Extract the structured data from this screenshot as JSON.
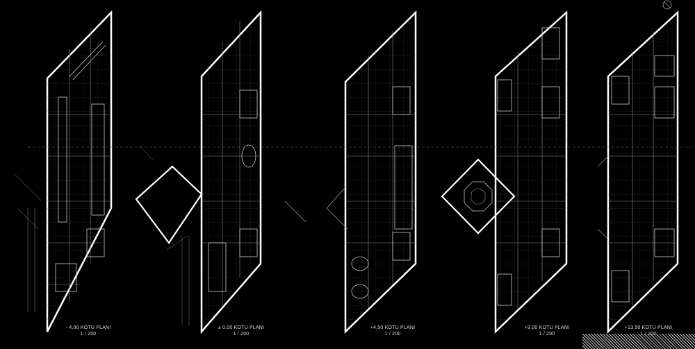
{
  "plans": [
    {
      "id": "p1",
      "title": "- 4.00 KOTU PLANI",
      "scale": "1 / 200"
    },
    {
      "id": "p2",
      "title": "± 0.00 KOTU PLANI",
      "scale": "1 / 200"
    },
    {
      "id": "p3",
      "title": "+4.50 KOTU PLANI",
      "scale": "1 / 200"
    },
    {
      "id": "p4",
      "title": "+9.00 KOTU PLANI",
      "scale": "1 / 200"
    },
    {
      "id": "p5",
      "title": "+13.50 KOTU PLANI",
      "scale": "1 / 200"
    }
  ],
  "colors": {
    "background": "#000000",
    "lines": "#ffffff",
    "thin": "#9a9a9a"
  },
  "icons": {
    "north": "north-arrow-icon"
  }
}
